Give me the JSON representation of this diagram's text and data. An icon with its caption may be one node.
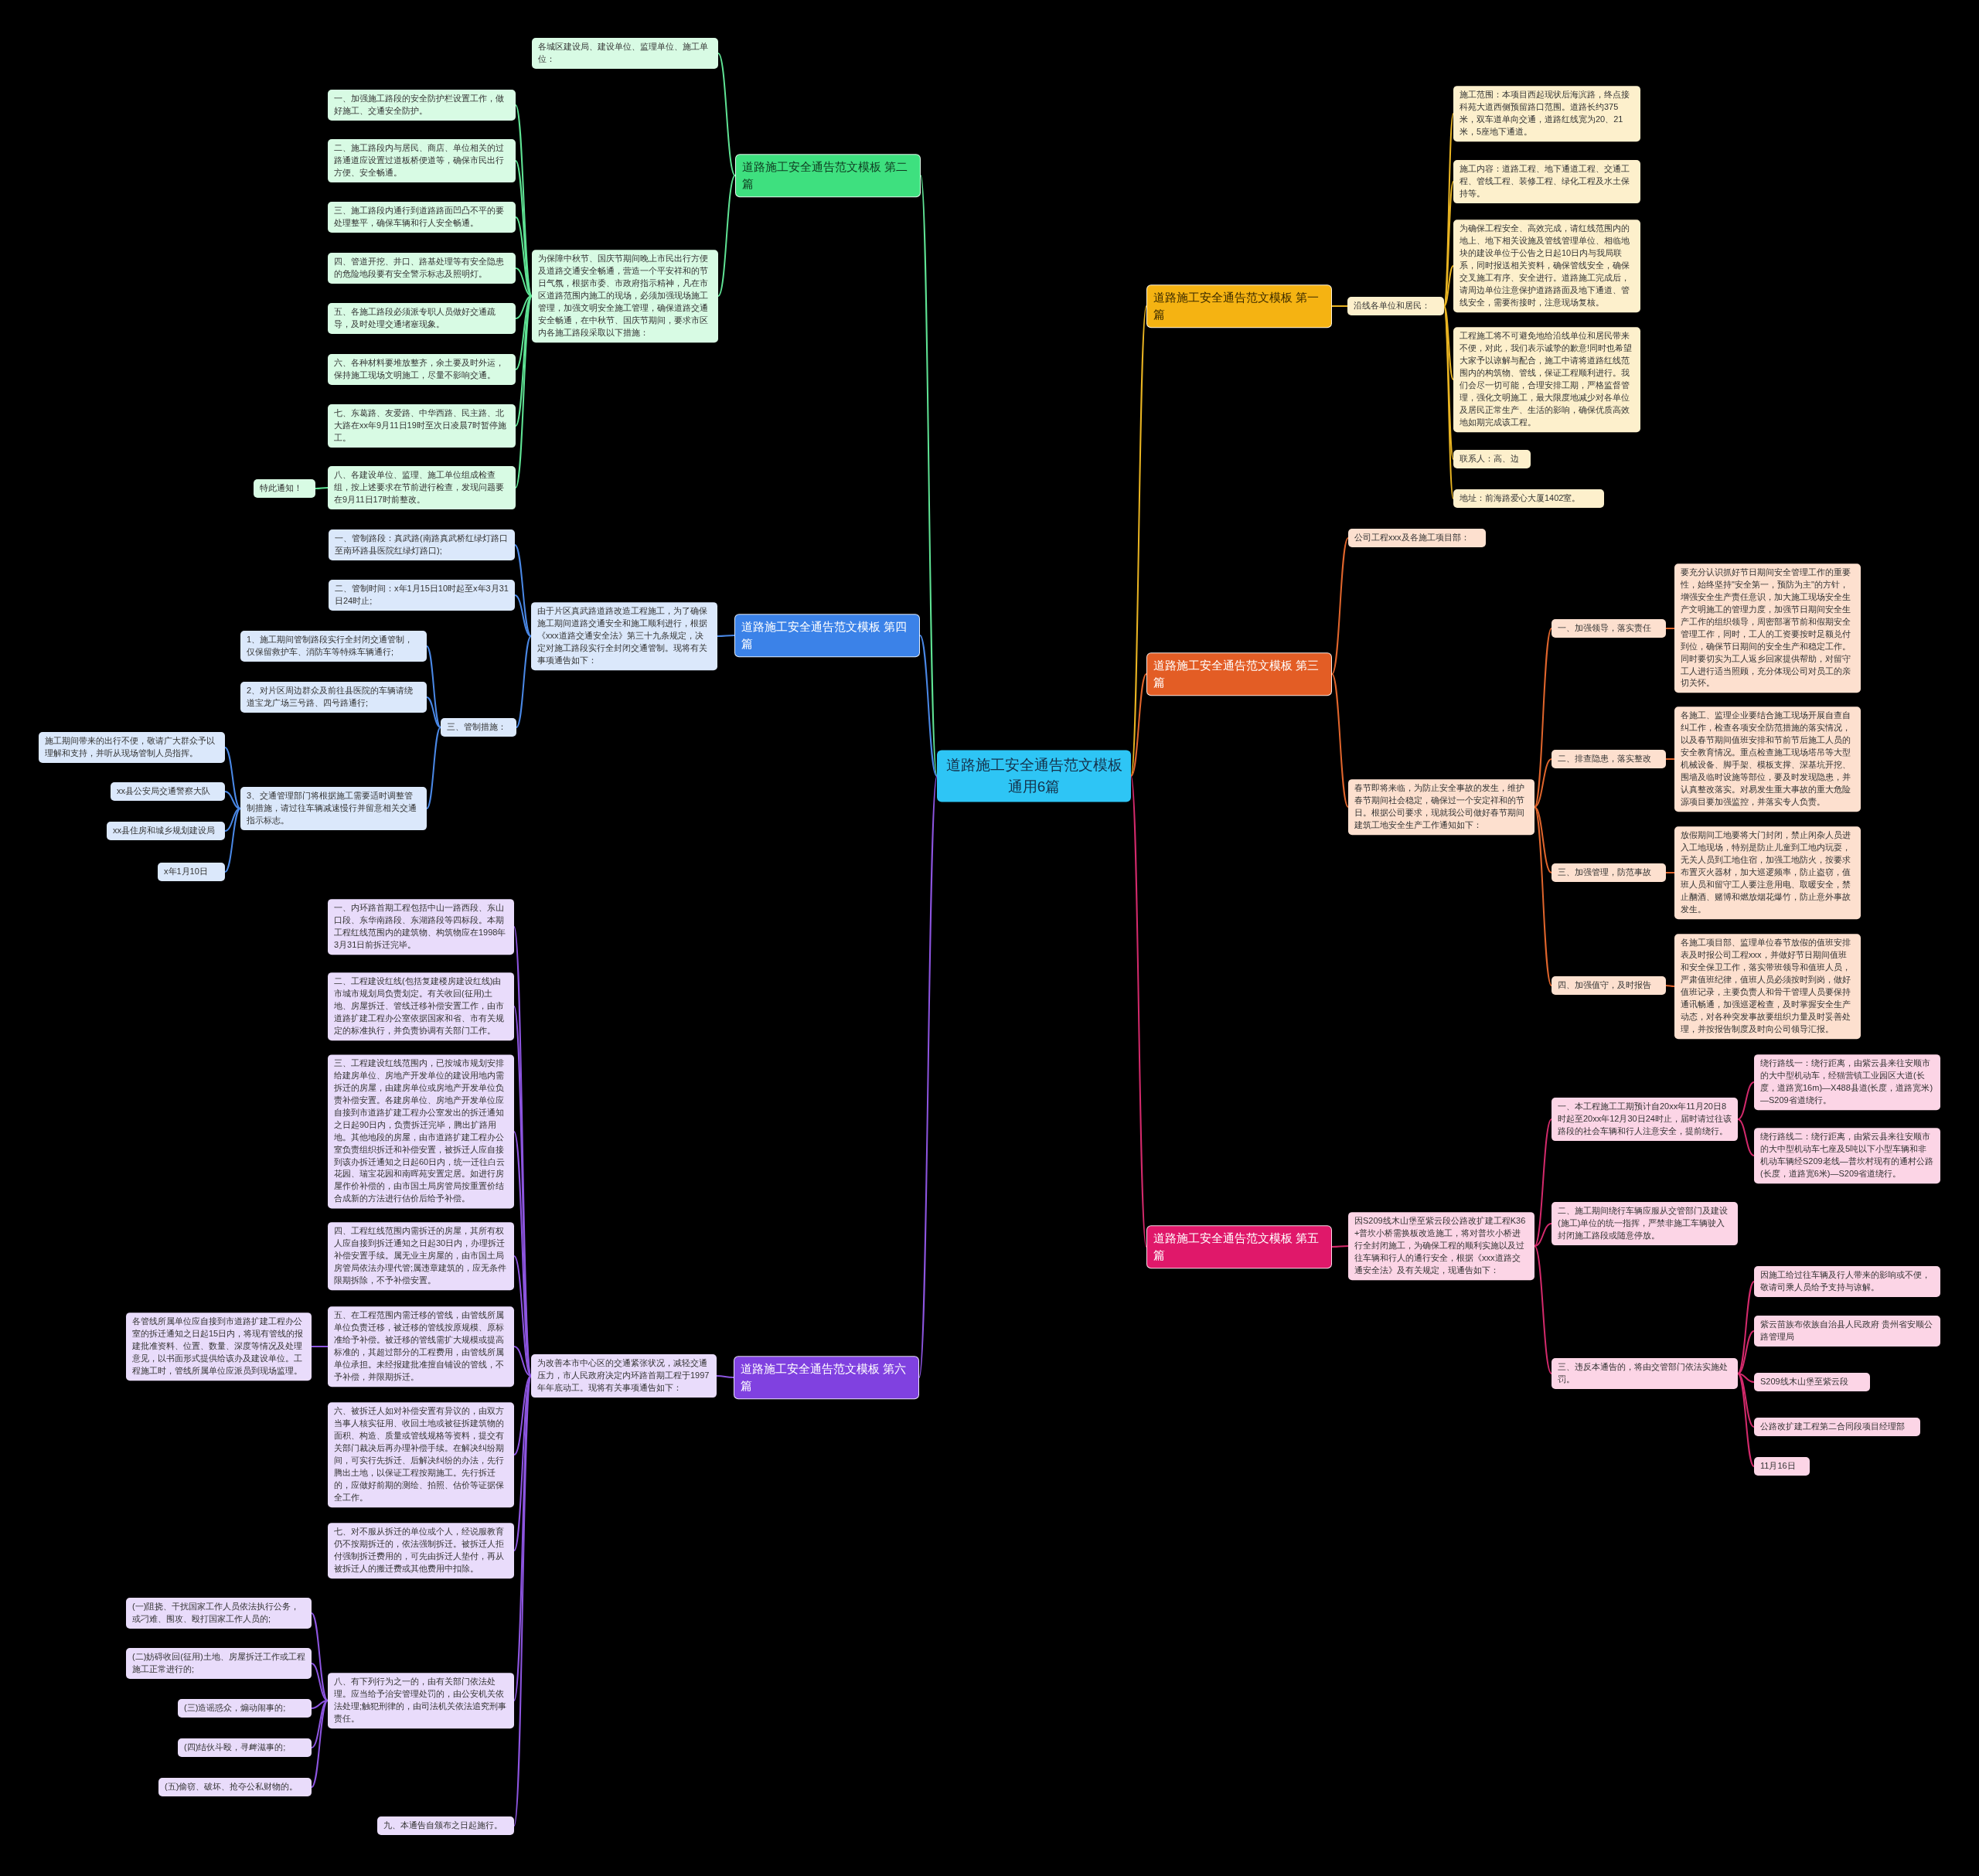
{
  "diagram": {
    "nodes": [
      {
        "text": [
          "道路施工安全通告范文模板通用6篇"
        ]
      },
      {
        "text": [
          "道路施工安全通告范文模板 第一篇"
        ]
      },
      {
        "text": [
          "沿线各单位和居民："
        ]
      },
      {
        "text": [
          "施工范围：本项目西起现状后海滨路，终点接科苑大道西侧预留路口范围。道路长约375米，双车道单向交通，道路红线宽为20、21米，5座地下通道。"
        ]
      },
      {
        "text": [
          "施工内容：道路工程、地下通道工程、交通工程、管线工程、装修工程、绿化工程及水土保持等。"
        ]
      },
      {
        "text": [
          "为确保工程安全、高效完成，请红线范围内的地上、地下相关设施及管线管理单位、相临地块的建设单位于公告之日起10日内与我局联系，同时报送相关资料，确保管线安全，确保交叉施工有序、安全进行。道路施工完成后，请周边单位注意保护道路路面及地下通道、管线安全，需要衔接时，注意现场复核。"
        ]
      },
      {
        "text": [
          "工程施工将不可避免地给沿线单位和居民带来不便，对此，我们表示诚挚的歉意!同时也希望大家予以谅解与配合，施工中请将道路红线范围内的构筑物、管线，保证工程顺利进行。我们会尽一切可能，合理安排工期，严格监督管理，强化文明施工，最大限度地减少对各单位及居民正常生产、生活的影响，确保优质高效地如期完成该工程。"
        ]
      },
      {
        "text": [
          "联系人：高、边"
        ]
      },
      {
        "text": [
          "地址：前海路爱心大厦1402室。"
        ]
      },
      {
        "text": [
          "道路施工安全通告范文模板 第三篇"
        ]
      },
      {
        "text": [
          "公司工程xxx及各施工项目部："
        ]
      },
      {
        "text": [
          "春节即将来临，为防止安全事故的发生，维护春节期间社会稳定，确保过一个安定祥和的节日。根据公司要求，现就我公司做好春节期间建筑工地安全生产工作通知如下："
        ]
      },
      {
        "text": [
          "一、加强领导，落实责任"
        ]
      },
      {
        "text": [
          "要充分认识抓好节日期间安全管理工作的重要性，始终坚持\"安全第一，预防为主\"的方针，增强安全生产责任意识，加大施工现场安全生产文明施工的管理力度，加强节日期间安全生产工作的组织领导，周密部署节前和假期安全管理工作，同时，工人的工资要按时足额兑付到位，确保节日期间的安全生产和稳定工作。同时要切实为工人返乡回家提供帮助，对留守工人进行适当照顾，充分体现公司对员工的亲切关怀。"
        ]
      },
      {
        "text": [
          "二、排查隐患，落实整改"
        ]
      },
      {
        "text": [
          "各施工、监理企业要结合施工现场开展自查自纠工作，检查各项安全防范措施的落实情况，以及春节期间值班安排和节前节后施工人员的安全教育情况。重点检查施工现场塔吊等大型机械设备、脚手架、模板支撑、深基坑开挖、围墙及临时设施等部位，要及时发现隐患，并认真整改落实。对易发生重大事故的重大危险源项目要加强监控，并落实专人负责。"
        ]
      },
      {
        "text": [
          "三、加强管理，防范事故"
        ]
      },
      {
        "text": [
          "放假期间工地要将大门封闭，禁止闲杂人员进入工地现场，特别是防止儿童到工地内玩耍，无关人员到工地住宿，加强工地防火，按要求布置灭火器材，加大巡逻频率，防止盗窃，值班人员和留守工人要注意用电、取暖安全，禁止酗酒、赌博和燃放烟花爆竹，防止意外事故发生。"
        ]
      },
      {
        "text": [
          "四、加强值守，及时报告"
        ]
      },
      {
        "text": [
          "各施工项目部、监理单位春节放假的值班安排表及时报公司工程xxx，并做好节日期间值班和安全保卫工作，落实带班领导和值班人员，严肃值班纪律，值班人员必须按时到岗，做好值班记录，主要负责人和骨干管理人员要保持通讯畅通，加强巡逻检查，及时掌握安全生产动态，对各种突发事故要组织力量及时妥善处理，并按报告制度及时向公司领导汇报。"
        ]
      },
      {
        "text": [
          "道路施工安全通告范文模板 第五篇"
        ]
      },
      {
        "text": [
          "因S209线木山堡至紫云段公路改扩建工程K36+普坎小桥需换板改造施工，将对普坎小桥进行全封闭施工，为确保工程的顺利实施以及过往车辆和行人的通行安全，根据《xxx道路交通安全法》及有关规定，现通告如下："
        ]
      },
      {
        "text": [
          "一、本工程施工工期预计自20xx年11月20日8时起至20xx年12月30日24时止，届时请过往该路段的社会车辆和行人注意安全，提前绕行。"
        ]
      },
      {
        "text": [
          "绕行路线一：绕行距离，由紫云县来往安顺市的大中型机动车，经猫营镇工业园区大道(长度，道路宽16m)—X488县道(长度，道路宽米)—S209省道绕行。"
        ]
      },
      {
        "text": [
          "绕行路线二：绕行距离，由紫云县来往安顺市的大中型机动车七座及5吨以下小型车辆和非机动车辆经S209老线—普坎村现有的通村公路(长度，道路宽6米)—S209省道绕行。"
        ]
      },
      {
        "text": [
          "二、施工期间绕行车辆应服从交管部门及建设(施工)单位的统一指挥，严禁非施工车辆驶入封闭施工路段或随意停放。"
        ]
      },
      {
        "text": [
          "三、违反本通告的，将由交管部门依法实施处罚。"
        ]
      },
      {
        "text": [
          "因施工给过往车辆及行人带来的影响或不便，敬请司乘人员给予支持与谅解。"
        ]
      },
      {
        "text": [
          "紫云苗族布依族自治县人民政府 贵州省安顺公路管理局"
        ]
      },
      {
        "text": [
          "S209线木山堡至紫云段"
        ]
      },
      {
        "text": [
          "公路改扩建工程第二合同段项目经理部"
        ]
      },
      {
        "text": [
          "11月16日"
        ]
      },
      {
        "text": [
          "道路施工安全通告范文模板 第二篇"
        ]
      },
      {
        "text": [
          "各城区建设局、建设单位、监理单位、施工单位："
        ]
      },
      {
        "text": [
          "为保障中秋节、国庆节期间晚上市民出行方便及道路交通安全畅通，营造一个平安祥和的节日气氛，根据市委、市政府指示精神，凡在市区道路范围内施工的现场，必须加强现场施工管理，加强文明安全施工管理，确保道路交通安全畅通，在中秋节、国庆节期间，要求市区内各施工路段采取以下措施："
        ]
      },
      {
        "text": [
          "一、加强施工路段的安全防护栏设置工作，做好施工、交通安全防护。"
        ]
      },
      {
        "text": [
          "二、施工路段内与居民、商店、单位相关的过路通道应设置过道板桥便道等，确保市民出行方便、安全畅通。"
        ]
      },
      {
        "text": [
          "三、施工路段内通行到道路路面凹凸不平的要处理整平，确保车辆和行人安全畅通。"
        ]
      },
      {
        "text": [
          "四、管道开挖、井口、路基处理等有安全隐患的危险地段要有安全警示标志及照明灯。"
        ]
      },
      {
        "text": [
          "五、各施工路段必须派专职人员做好交通疏导，及时处理交通堵塞现象。"
        ]
      },
      {
        "text": [
          "六、各种材料要堆放整齐，余土要及时外运，保持施工现场文明施工，尽量不影响交通。"
        ]
      },
      {
        "text": [
          "七、东葛路、友爱路、中华西路、民主路、北大路在xx年9月11日19时至次日凌晨7时暂停施工。"
        ]
      },
      {
        "text": [
          "八、各建设单位、监理、施工单位组成检查组，按上述要求在节前进行检查，发现问题要在9月11日17时前整改。"
        ]
      },
      {
        "text": [
          "特此通知！"
        ]
      },
      {
        "text": [
          "道路施工安全通告范文模板 第四篇"
        ]
      },
      {
        "text": [
          "由于片区真武路道路改造工程施工，为了确保施工期间道路交通安全和施工顺利进行，根据《xxx道路交通安全法》第三十九条规定，决定对施工路段实行全封闭交通管制。现将有关事项通告如下："
        ]
      },
      {
        "text": [
          "一、管制路段：真武路(南路真武桥红绿灯路口至南环路县医院红绿灯路口);"
        ]
      },
      {
        "text": [
          "二、管制时间：x年1月15日10时起至x年3月31日24时止;"
        ]
      },
      {
        "text": [
          "三、管制措施："
        ]
      },
      {
        "text": [
          "1、施工期间管制路段实行全封闭交通管制，仅保留救护车、消防车等特殊车辆通行;"
        ]
      },
      {
        "text": [
          "2、对片区周边群众及前往县医院的车辆请绕道宝龙广场三号路、四号路通行;"
        ]
      },
      {
        "text": [
          "3、交通管理部门将根据施工需要适时调整管制措施，请过往车辆减速慢行并留意相关交通指示标志。"
        ]
      },
      {
        "text": [
          "施工期间带来的出行不便，敬请广大群众予以理解和支持，并听从现场管制人员指挥。"
        ]
      },
      {
        "text": [
          "xx县公安局交通警察大队"
        ]
      },
      {
        "text": [
          "xx县住房和城乡规划建设局"
        ]
      },
      {
        "text": [
          "x年1月10日"
        ]
      },
      {
        "text": [
          "道路施工安全通告范文模板 第六篇"
        ]
      },
      {
        "text": [
          "为改善本市中心区的交通紧张状况，减轻交通压力，市人民政府决定内环路首期工程于1997年年底动工。现将有关事项通告如下："
        ]
      },
      {
        "text": [
          "一、内环路首期工程包括中山一路西段、东山口段、东华南路段、东湖路段等四标段。本期工程红线范围内的建筑物、构筑物应在1998年3月31日前拆迁完毕。"
        ]
      },
      {
        "text": [
          "二、工程建设红线(包括复建楼房建设红线)由市城市规划局负责划定。有关收回(征用)土地、房屋拆迁、管线迁移补偿安置工作，由市道路扩建工程办公室依据国家和省、市有关规定的标准执行，并负责协调有关部门工作。"
        ]
      },
      {
        "text": [
          "三、工程建设红线范围内，已按城市规划安排给建房单位、房地产开发单位的建设用地内需拆迁的房屋，由建房单位或房地产开发单位负责补偿安置。各建房单位、房地产开发单位应自接到市道路扩建工程办公室发出的拆迁通知之日起90日内，负责拆迁完毕，腾出扩路用地。其他地段的房屋，由市道路扩建工程办公室负责组织拆迁和补偿安置，被拆迁人应自接到该办拆迁通知之日起60日内，统一迁往白云花园、瑞宝花园和南晖苑安置定居。如进行房屋作价补偿的，由市国土局房管局按重置价结合成新的方法进行估价后给予补偿。"
        ]
      },
      {
        "text": [
          "四、工程红线范围内需拆迁的房屋，其所有权人应自接到拆迁通知之日起30日内，办理拆迁补偿安置手续。属无业主房屋的，由市国土局房管局依法办理代管;属违章建筑的，应无条件限期拆除，不予补偿安置。"
        ]
      },
      {
        "text": [
          "五、在工程范围内需迁移的管线，由管线所属单位负责迁移，被迁移的管线按原规模、原标准给予补偿。被迁移的管线需扩大规模或提高标准的，其超过部分的工程费用，由管线所属单位承担。未经报建批准擅自铺设的管线，不予补偿，并限期拆迁。"
        ]
      },
      {
        "text": [
          "各管线所属单位应自接到市道路扩建工程办公室的拆迁通知之日起15日内，将现有管线的报建批准资料、位置、数量、深度等情况及处理意见，以书面形式提供给该办及建设单位。工程施工时，管线所属单位应派员到现场监理。"
        ]
      },
      {
        "text": [
          "六、被拆迁人如对补偿安置有异议的，由双方当事人核实征用、收回土地或被征拆建筑物的面积、构造、质量或管线规格等资料，提交有关部门裁决后再办理补偿手续。在解决纠纷期间，可实行先拆迁、后解决纠纷的办法，先行腾出土地，以保证工程按期施工。先行拆迁的，应做好前期的测绘、拍照、估价等证据保全工作。"
        ]
      },
      {
        "text": [
          "七、对不服从拆迁的单位或个人，经说服教育仍不按期拆迁的，依法强制拆迁。被拆迁人拒付强制拆迁费用的，可先由拆迁人垫付，再从被拆迁人的搬迁费或其他费用中扣除。"
        ]
      },
      {
        "text": [
          "八、有下列行为之一的，由有关部门依法处理。应当给予治安管理处罚的，由公安机关依法处理;触犯刑律的，由司法机关依法追究刑事责任。"
        ]
      },
      {
        "text": [
          "(一)阻挠、干扰国家工作人员依法执行公务，或刁难、围攻、殴打国家工作人员的;"
        ]
      },
      {
        "text": [
          "(二)妨碍收回(征用)土地、房屋拆迁工作或工程施工正常进行的;"
        ]
      },
      {
        "text": [
          "(三)造谣惑众，煽动闹事的;"
        ]
      },
      {
        "text": [
          "(四)结伙斗殴，寻衅滋事的;"
        ]
      },
      {
        "text": [
          "(五)偷窃、破坏、抢夺公私财物的。"
        ]
      },
      {
        "text": [
          "九、本通告自颁布之日起施行。"
        ]
      }
    ],
    "edges": [
      {
        "from": 0,
        "to": 1,
        "arrow": "none",
        "color": "#e9b422"
      },
      {
        "from": 0,
        "to": 9,
        "arrow": "none",
        "color": "#e0652c"
      },
      {
        "from": 0,
        "to": 20,
        "arrow": "none",
        "color": "#d42a6c"
      },
      {
        "from": 0,
        "to": 32,
        "arrow": "none",
        "color": "#5fe394"
      },
      {
        "from": 0,
        "to": 44,
        "arrow": "none",
        "color": "#4a88e6"
      },
      {
        "from": 0,
        "to": 56,
        "arrow": "none",
        "color": "#8d55e0"
      },
      {
        "from": 1,
        "to": 2,
        "arrow": "none",
        "color": "#e9b422"
      },
      {
        "from": 2,
        "to": 3,
        "arrow": "none",
        "color": "#e9b422"
      },
      {
        "from": 2,
        "to": 4,
        "arrow": "none",
        "color": "#e9b422"
      },
      {
        "from": 2,
        "to": 5,
        "arrow": "none",
        "color": "#e9b422"
      },
      {
        "from": 2,
        "to": 6,
        "arrow": "none",
        "color": "#e9b422"
      },
      {
        "from": 2,
        "to": 7,
        "arrow": "none",
        "color": "#e9b422"
      },
      {
        "from": 2,
        "to": 8,
        "arrow": "none",
        "color": "#e9b422"
      },
      {
        "from": 9,
        "to": 10,
        "arrow": "none",
        "color": "#e0652c"
      },
      {
        "from": 9,
        "to": 11,
        "arrow": "none",
        "color": "#e0652c"
      },
      {
        "from": 11,
        "to": 12,
        "arrow": "none",
        "color": "#e0652c"
      },
      {
        "from": 11,
        "to": 14,
        "arrow": "none",
        "color": "#e0652c"
      },
      {
        "from": 11,
        "to": 16,
        "arrow": "none",
        "color": "#e0652c"
      },
      {
        "from": 11,
        "to": 18,
        "arrow": "none",
        "color": "#e0652c"
      },
      {
        "from": 12,
        "to": 13,
        "arrow": "none",
        "color": "#e0652c"
      },
      {
        "from": 14,
        "to": 15,
        "arrow": "none",
        "color": "#e0652c"
      },
      {
        "from": 16,
        "to": 17,
        "arrow": "none",
        "color": "#e0652c"
      },
      {
        "from": 18,
        "to": 19,
        "arrow": "none",
        "color": "#e0652c"
      },
      {
        "from": 20,
        "to": 21,
        "arrow": "none",
        "color": "#d42a6c"
      },
      {
        "from": 21,
        "to": 22,
        "arrow": "none",
        "color": "#d42a6c"
      },
      {
        "from": 21,
        "to": 25,
        "arrow": "none",
        "color": "#d42a6c"
      },
      {
        "from": 21,
        "to": 26,
        "arrow": "none",
        "color": "#d42a6c"
      },
      {
        "from": 22,
        "to": 23,
        "arrow": "none",
        "color": "#d42a6c"
      },
      {
        "from": 22,
        "to": 24,
        "arrow": "none",
        "color": "#d42a6c"
      },
      {
        "from": 26,
        "to": 27,
        "arrow": "none",
        "color": "#d42a6c"
      },
      {
        "from": 26,
        "to": 28,
        "arrow": "none",
        "color": "#d42a6c"
      },
      {
        "from": 26,
        "to": 29,
        "arrow": "none",
        "color": "#d42a6c"
      },
      {
        "from": 26,
        "to": 30,
        "arrow": "none",
        "color": "#d42a6c"
      },
      {
        "from": 26,
        "to": 31,
        "arrow": "none",
        "color": "#d42a6c"
      },
      {
        "from": 32,
        "to": 33,
        "arrow": "none",
        "color": "#5fe394"
      },
      {
        "from": 32,
        "to": 34,
        "arrow": "none",
        "color": "#5fe394"
      },
      {
        "from": 34,
        "to": 35,
        "arrow": "none",
        "color": "#5fe394"
      },
      {
        "from": 34,
        "to": 36,
        "arrow": "none",
        "color": "#5fe394"
      },
      {
        "from": 34,
        "to": 37,
        "arrow": "none",
        "color": "#5fe394"
      },
      {
        "from": 34,
        "to": 38,
        "arrow": "none",
        "color": "#5fe394"
      },
      {
        "from": 34,
        "to": 39,
        "arrow": "none",
        "color": "#5fe394"
      },
      {
        "from": 34,
        "to": 40,
        "arrow": "none",
        "color": "#5fe394"
      },
      {
        "from": 34,
        "to": 41,
        "arrow": "none",
        "color": "#5fe394"
      },
      {
        "from": 34,
        "to": 42,
        "arrow": "none",
        "color": "#5fe394"
      },
      {
        "from": 42,
        "to": 43,
        "arrow": "none",
        "color": "#5fe394"
      },
      {
        "from": 44,
        "to": 45,
        "arrow": "none",
        "color": "#4a88e6"
      },
      {
        "from": 45,
        "to": 46,
        "arrow": "none",
        "color": "#4a88e6"
      },
      {
        "from": 45,
        "to": 47,
        "arrow": "none",
        "color": "#4a88e6"
      },
      {
        "from": 45,
        "to": 48,
        "arrow": "none",
        "color": "#4a88e6"
      },
      {
        "from": 48,
        "to": 49,
        "arrow": "none",
        "color": "#4a88e6"
      },
      {
        "from": 48,
        "to": 50,
        "arrow": "none",
        "color": "#4a88e6"
      },
      {
        "from": 48,
        "to": 51,
        "arrow": "none",
        "color": "#4a88e6"
      },
      {
        "from": 51,
        "to": 52,
        "arrow": "none",
        "color": "#4a88e6"
      },
      {
        "from": 51,
        "to": 53,
        "arrow": "none",
        "color": "#4a88e6"
      },
      {
        "from": 51,
        "to": 54,
        "arrow": "none",
        "color": "#4a88e6"
      },
      {
        "from": 51,
        "to": 55,
        "arrow": "none",
        "color": "#4a88e6"
      },
      {
        "from": 56,
        "to": 57,
        "arrow": "none",
        "color": "#8d55e0"
      },
      {
        "from": 57,
        "to": 58,
        "arrow": "none",
        "color": "#8d55e0"
      },
      {
        "from": 57,
        "to": 59,
        "arrow": "none",
        "color": "#8d55e0"
      },
      {
        "from": 57,
        "to": 60,
        "arrow": "none",
        "color": "#8d55e0"
      },
      {
        "from": 57,
        "to": 61,
        "arrow": "none",
        "color": "#8d55e0"
      },
      {
        "from": 57,
        "to": 62,
        "arrow": "none",
        "color": "#8d55e0"
      },
      {
        "from": 62,
        "to": 63,
        "arrow": "none",
        "color": "#8d55e0"
      },
      {
        "from": 57,
        "to": 64,
        "arrow": "none",
        "color": "#8d55e0"
      },
      {
        "from": 57,
        "to": 65,
        "arrow": "none",
        "color": "#8d55e0"
      },
      {
        "from": 57,
        "to": 66,
        "arrow": "none",
        "color": "#8d55e0"
      },
      {
        "from": 66,
        "to": 67,
        "arrow": "none",
        "color": "#8d55e0"
      },
      {
        "from": 66,
        "to": 68,
        "arrow": "none",
        "color": "#8d55e0"
      },
      {
        "from": 66,
        "to": 69,
        "arrow": "none",
        "color": "#8d55e0"
      },
      {
        "from": 66,
        "to": 70,
        "arrow": "none",
        "color": "#8d55e0"
      },
      {
        "from": 66,
        "to": 71,
        "arrow": "none",
        "color": "#8d55e0"
      },
      {
        "from": 57,
        "to": 72,
        "arrow": "none",
        "color": "#8d55e0"
      }
    ]
  }
}
